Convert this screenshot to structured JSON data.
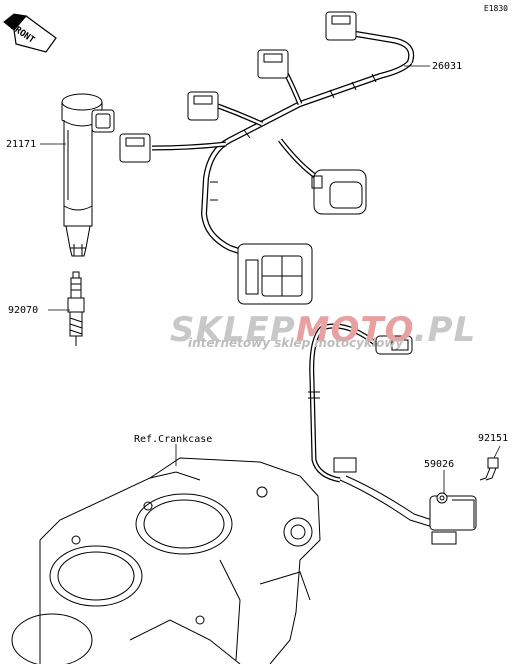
{
  "diagram_code": "E1830",
  "front_label": "FRONT",
  "watermark": {
    "brand_left": "SKLEP",
    "brand_mid": "MOTO",
    "brand_right": ".PL",
    "tagline": "internetowy sklep motocyklowy"
  },
  "parts": {
    "harness": "26031",
    "ignition_coil": "21171",
    "spark_plug": "92070",
    "bolt": "92151",
    "sensor": "59026"
  },
  "ref_label": "Ref.Crankcase"
}
